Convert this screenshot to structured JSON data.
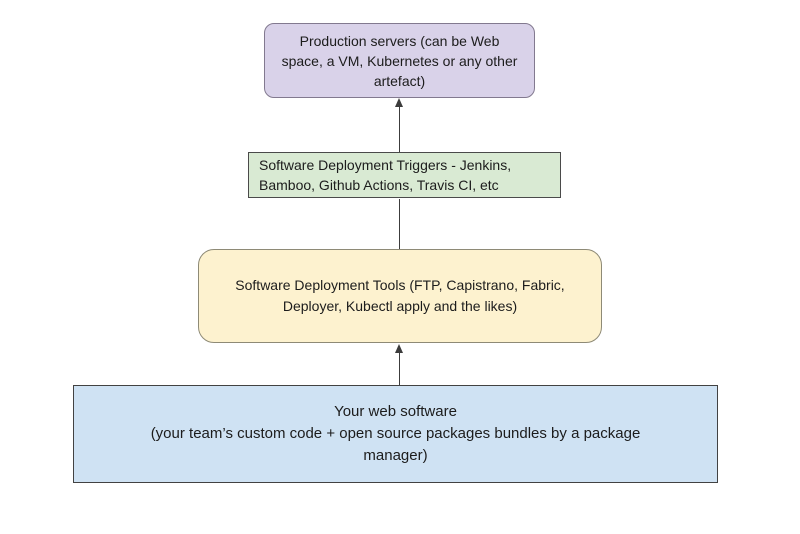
{
  "diagram": {
    "background": "#ffffff",
    "text_color": "#1c1c1c",
    "connector_color": "#3c3c3c"
  },
  "nodes": [
    {
      "id": "production-servers",
      "label": "Production servers (can be Web space, a VM, Kubernetes or any other artefact)",
      "fill": "#d9d2e9",
      "border": "#82798f",
      "shape": "rounded-rectangle"
    },
    {
      "id": "deployment-triggers",
      "label": "Software Deployment Triggers - Jenkins, Bamboo, Github Actions, Travis CI, etc",
      "fill": "#d9ead3",
      "border": "#4a4a4a",
      "shape": "rectangle"
    },
    {
      "id": "deployment-tools",
      "label": "Software Deployment Tools (FTP, Capistrano, Fabric, Deployer, Kubectl apply and the likes)",
      "fill": "#fdf2cf",
      "border": "#8e8a76",
      "shape": "rounded-rectangle"
    },
    {
      "id": "web-software",
      "lines": [
        "Your web software",
        "(your team’s custom code + open source packages bundles by a package",
        "manager)"
      ],
      "fill": "#cfe2f3",
      "border": "#424242",
      "shape": "rectangle"
    }
  ],
  "connectors": [
    {
      "id": "web-software-to-tools",
      "from": "web-software",
      "to": "deployment-tools",
      "arrowhead": true,
      "direction": "up"
    },
    {
      "id": "tools-to-triggers",
      "from": "deployment-tools",
      "to": "deployment-triggers",
      "arrowhead": false,
      "direction": "up"
    },
    {
      "id": "triggers-to-production",
      "from": "deployment-triggers",
      "to": "production-servers",
      "arrowhead": true,
      "direction": "up"
    }
  ]
}
